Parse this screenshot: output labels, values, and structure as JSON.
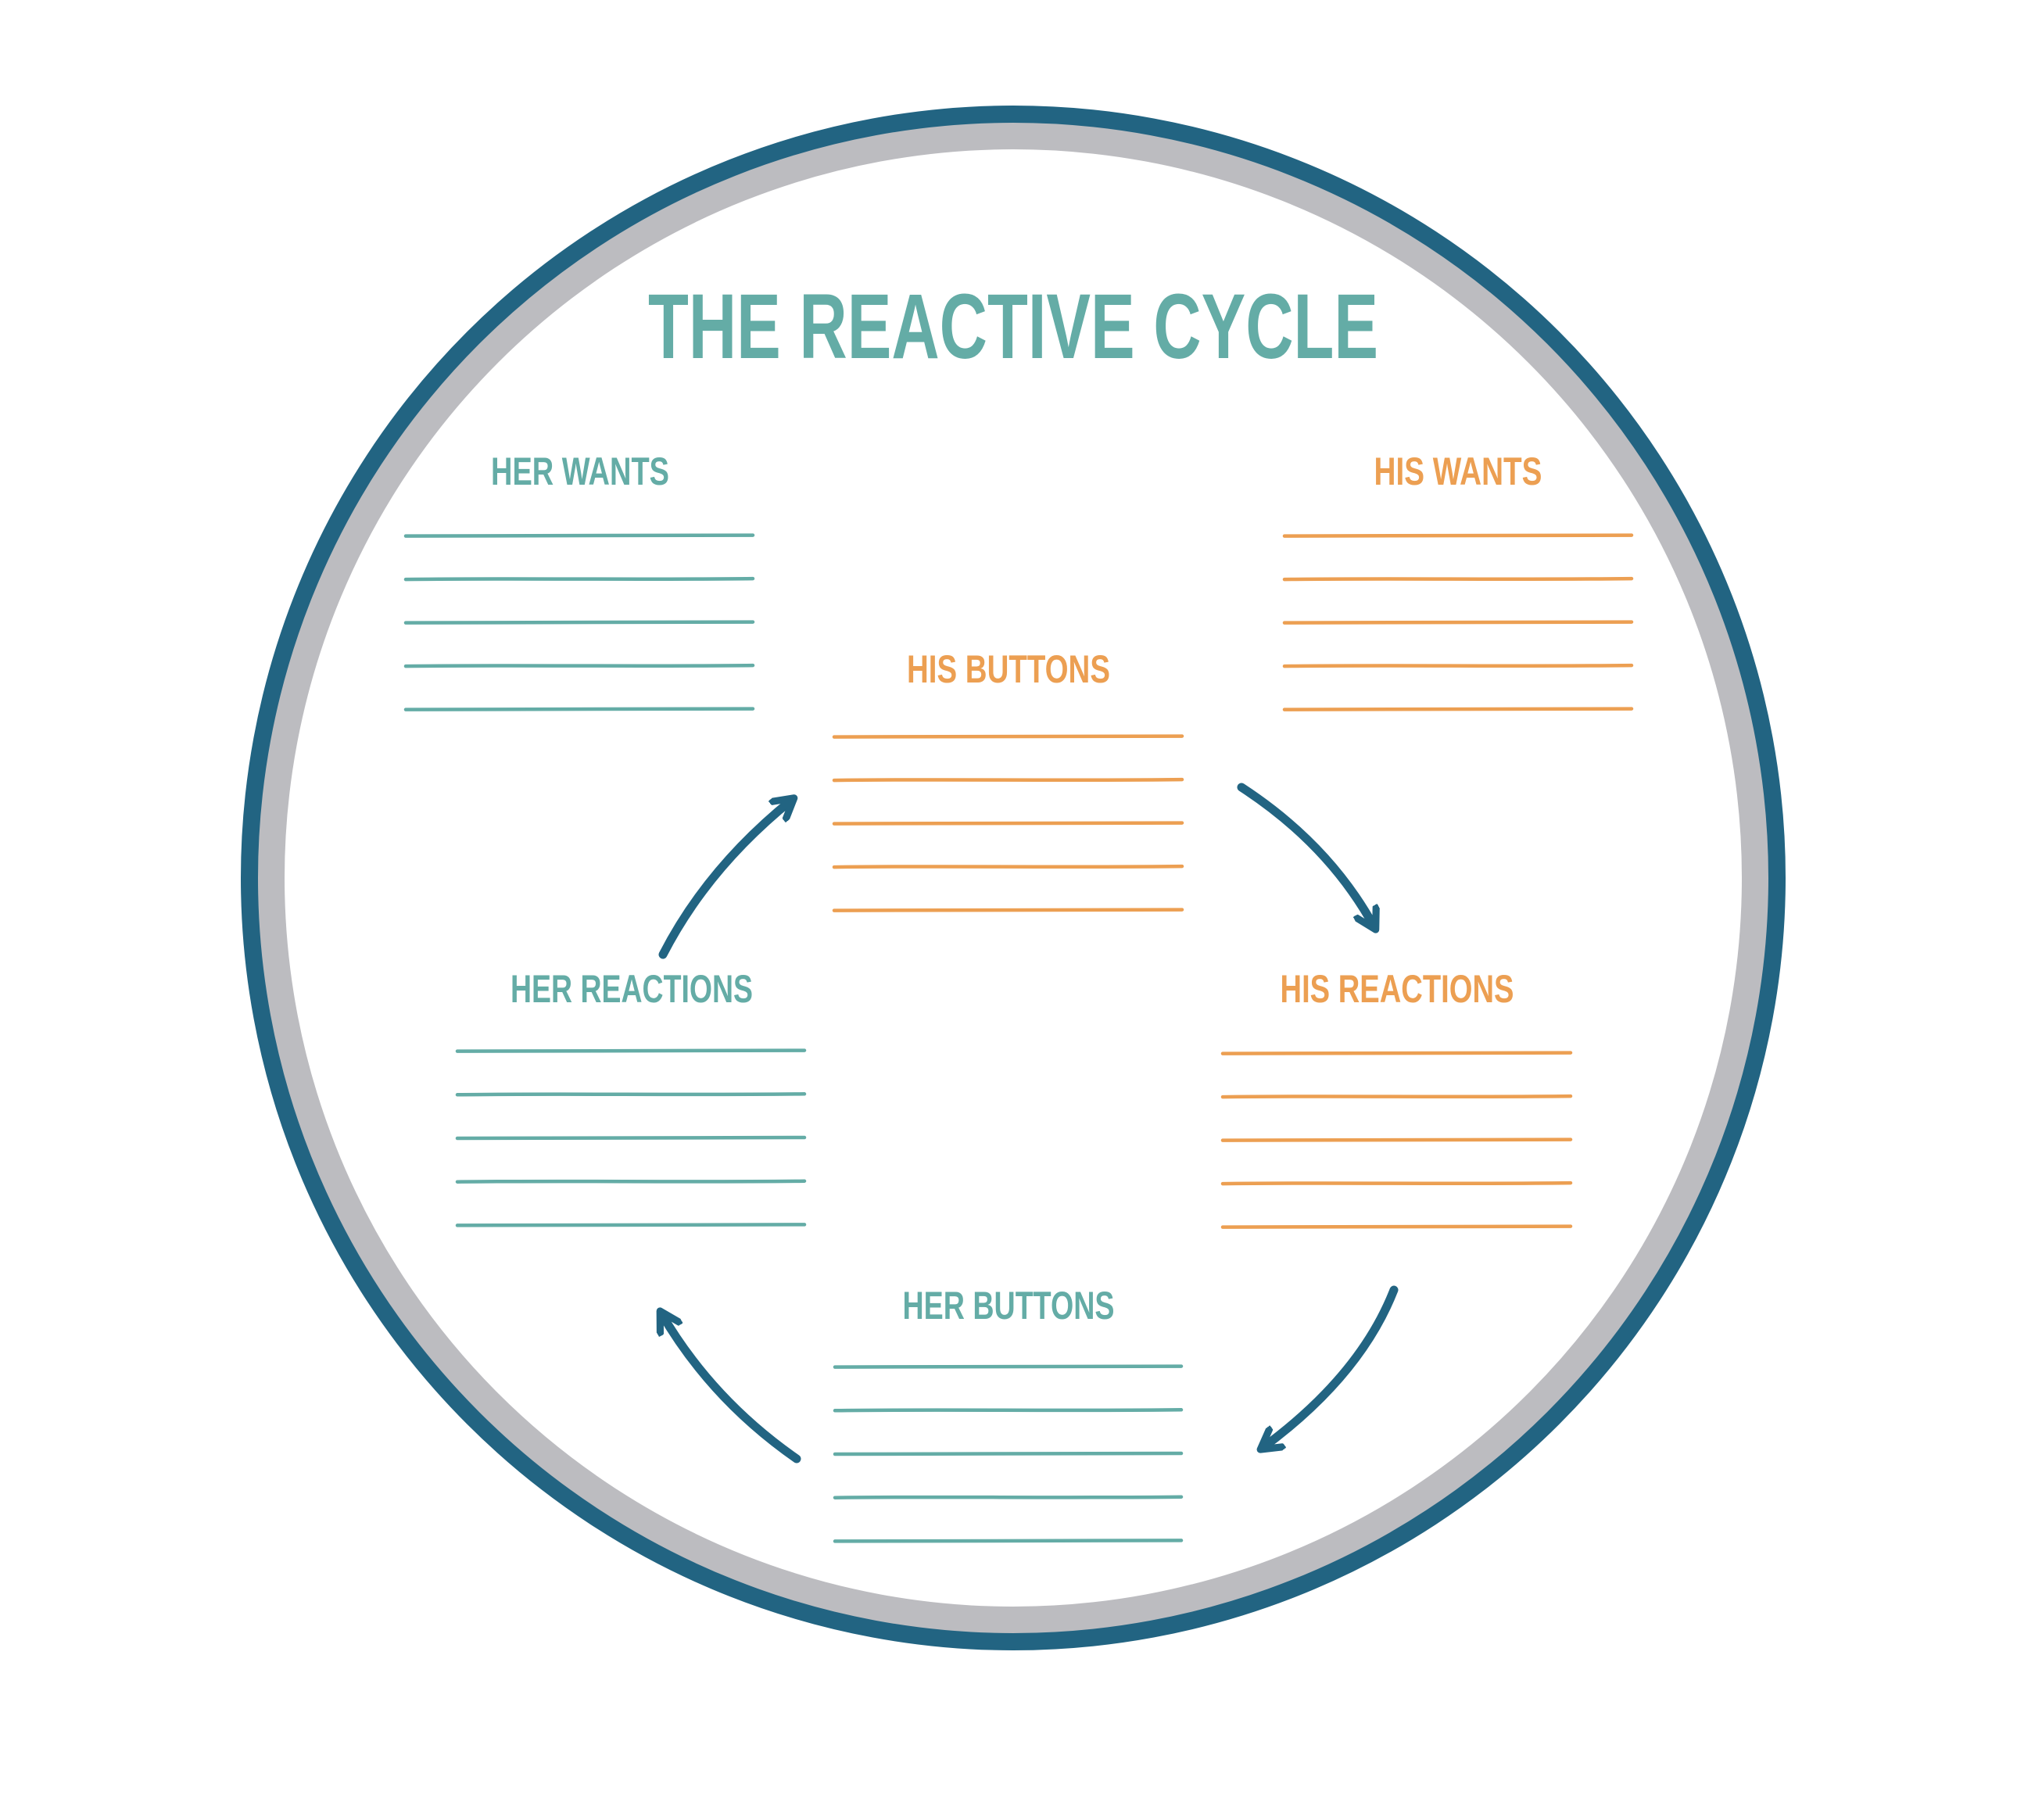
{
  "diagram": {
    "title": "THE REACTIVE CYCLE",
    "colors": {
      "her": "#64aca6",
      "his": "#ec9f52",
      "ring_outer": "#226482",
      "ring_inner": "#bcbcc0",
      "arrow": "#226482",
      "background": "#ffffff"
    },
    "sections": [
      {
        "id": "her-wants",
        "label": "HER WANTS",
        "owner": "her",
        "blank_lines": 5
      },
      {
        "id": "his-wants",
        "label": "HIS WANTS",
        "owner": "his",
        "blank_lines": 5
      },
      {
        "id": "his-buttons",
        "label": "HIS BUTTONS",
        "owner": "his",
        "blank_lines": 5
      },
      {
        "id": "her-reactions",
        "label": "HER REACTIONS",
        "owner": "her",
        "blank_lines": 5
      },
      {
        "id": "his-reactions",
        "label": "HIS REACTIONS",
        "owner": "his",
        "blank_lines": 5
      },
      {
        "id": "her-buttons",
        "label": "HER BUTTONS",
        "owner": "her",
        "blank_lines": 5
      }
    ],
    "cycle": [
      {
        "from": "HIS BUTTONS",
        "to": "HIS REACTIONS"
      },
      {
        "from": "HIS REACTIONS",
        "to": "HER BUTTONS"
      },
      {
        "from": "HER BUTTONS",
        "to": "HER REACTIONS"
      },
      {
        "from": "HER REACTIONS",
        "to": "HIS BUTTONS"
      }
    ]
  }
}
